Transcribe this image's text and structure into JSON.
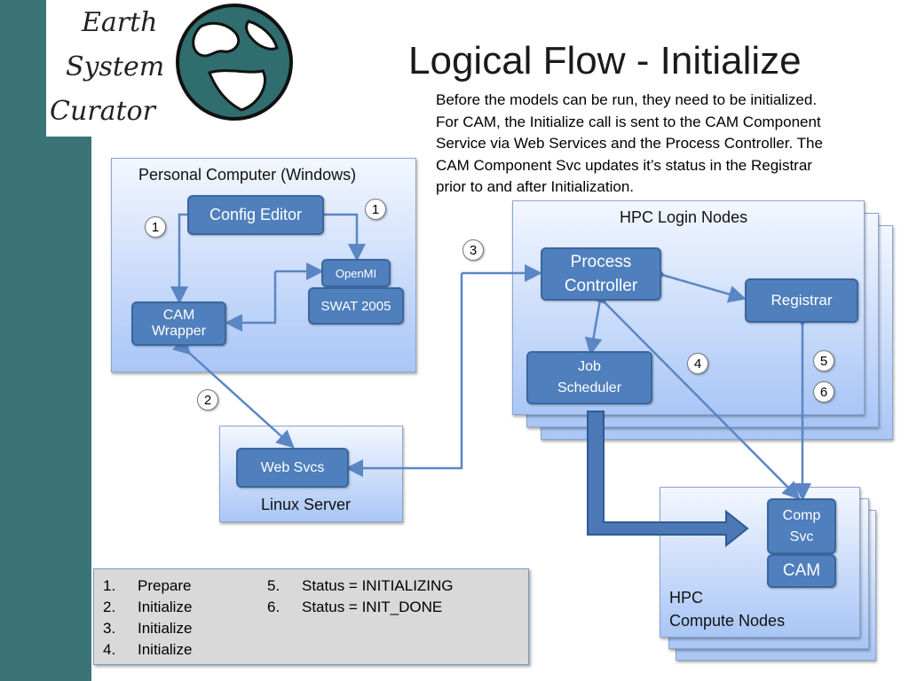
{
  "logo": {
    "line1": "Earth",
    "line2": "System",
    "line3": "Curator"
  },
  "title": "Logical Flow - Initialize",
  "description": [
    "Before the models can be run, they need to be initialized.",
    "For CAM, the Initialize call is sent to the CAM Component",
    "Service via Web Services and the Process Controller.  The",
    "CAM Component Svc updates it’s status in the Registrar",
    "prior to and after Initialization."
  ],
  "panels": {
    "pc": "Personal Computer (Windows)",
    "linux": "Linux Server",
    "hpc_login": "HPC Login Nodes",
    "hpc_compute_line1": "HPC",
    "hpc_compute_line2": "Compute Nodes"
  },
  "nodes": {
    "config_editor": "Config Editor",
    "openmi": "OpenMI",
    "swat": "SWAT 2005",
    "cam_wrapper_line1": "CAM",
    "cam_wrapper_line2": "Wrapper",
    "web_svcs": "Web Svcs",
    "process_controller_line1": "Process",
    "process_controller_line2": "Controller",
    "registrar": "Registrar",
    "job_scheduler_line1": "Job",
    "job_scheduler_line2": "Scheduler",
    "comp_svc_line1": "Comp",
    "comp_svc_line2": "Svc",
    "cam": "CAM"
  },
  "badges": {
    "b1a": "1",
    "b1b": "1",
    "b2": "2",
    "b3": "3",
    "b4": "4",
    "b5": "5",
    "b6": "6"
  },
  "legend": [
    {
      "num": "1.",
      "label": "Prepare"
    },
    {
      "num": "2.",
      "label": "Initialize"
    },
    {
      "num": "3.",
      "label": "Initialize"
    },
    {
      "num": "4.",
      "label": "Initialize"
    },
    {
      "num": "5.",
      "label": "Status = INITIALIZING"
    },
    {
      "num": "6.",
      "label": "Status = INIT_DONE"
    }
  ],
  "colors": {
    "sidebar": "#3a7476",
    "node_fill": "#4f7fbc",
    "arrow": "#5b86c4"
  }
}
